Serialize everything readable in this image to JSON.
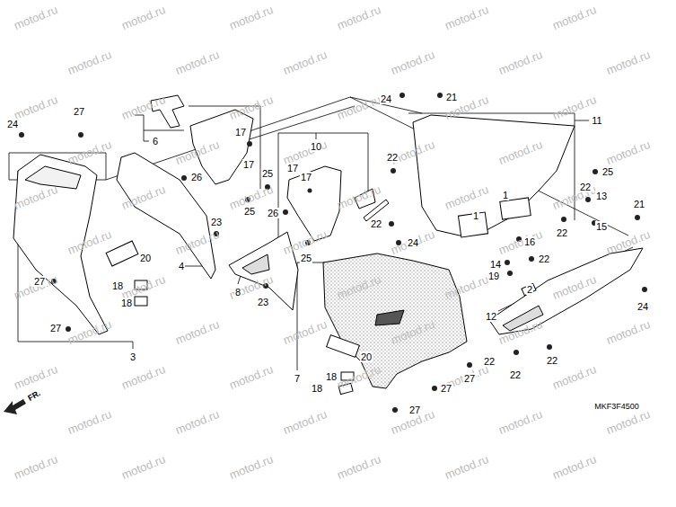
{
  "diagram": {
    "labels": [
      "motod.ru",
      "motod.ru",
      "motod.ru",
      "motod.ru",
      "motod.ru",
      "motod.ru",
      "motod.ru",
      "motod.ru",
      "motod.ru",
      "motod.ru",
      "motod.ru",
      "motod.ru",
      "motod.ru",
      "motod.ru",
      "motod.ru",
      "motod.ru",
      "motod.ru",
      "motod.ru",
      "motod.ru",
      "motod.ru",
      "motod.ru",
      "motod.ru",
      "motod.ru",
      "motod.ru",
      "motod.ru",
      "motod.ru",
      "motod.ru",
      "motod.ru",
      "motod.ru",
      "motod.ru",
      "motod.ru",
      "motod.ru",
      "motod.ru",
      "motod.ru",
      "motod.ru",
      "motod.ru",
      "motod.ru",
      "motod.ru",
      "motod.ru",
      "motod.ru",
      "motod.ru",
      "motod.ru",
      "motod.ru",
      "motod.ru",
      "motod.ru",
      "motod.ru",
      "motod.ru",
      "motod.ru",
      "motod.ru",
      "motod.ru",
      "motod.ru",
      "motod.ru",
      "motod.ru",
      "motod.ru",
      "motod.ru",
      "motod.ru",
      "motod.ru",
      "motod.ru",
      "motod.ru",
      "motod.ru",
      "motod.ru",
      "motod.ru",
      "motod.ru",
      "motod.ru",
      "motod.ru",
      "motod.ru",
      "24",
      "27",
      "6",
      "17",
      "17",
      "26",
      "25",
      "25",
      "10",
      "17",
      "17",
      "26",
      "23",
      "25",
      "4",
      "8",
      "23",
      "20",
      "18",
      "18",
      "27",
      "27",
      "3",
      "24",
      "21",
      "11",
      "22",
      "25",
      "22",
      "13",
      "1",
      "1",
      "22",
      "22",
      "15",
      "21",
      "24",
      "16",
      "22",
      "14",
      "19",
      "2",
      "12",
      "24",
      "22",
      "22",
      "22",
      "20",
      "7",
      "18",
      "18",
      "27",
      "27",
      "27",
      "MKF3F4500",
      "FR."
    ]
  }
}
